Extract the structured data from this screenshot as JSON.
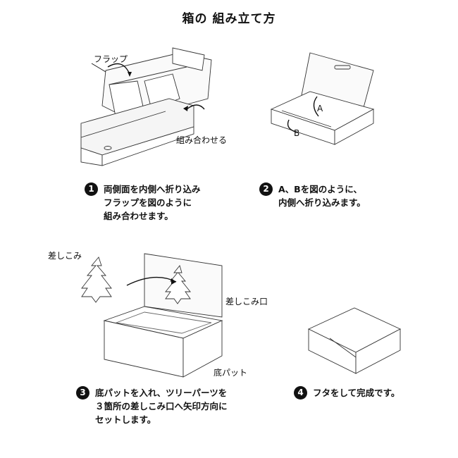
{
  "title": "箱の 組み立て方",
  "fig1": {
    "label_flap": "フラップ",
    "label_combine": "組み合わせる"
  },
  "fig2": {
    "label_a": "A",
    "label_b": "B"
  },
  "fig3": {
    "label_tab": "差しこみ",
    "label_slot": "差しこみ口",
    "label_pad": "底パット"
  },
  "steps": [
    {
      "num": "1",
      "lines": [
        "両側面を内側へ折り込み",
        "フラップを図のように",
        "組み合わせます。"
      ]
    },
    {
      "num": "2",
      "lines": [
        "A、Bを図のように、",
        "内側へ折り込みます。"
      ]
    },
    {
      "num": "3",
      "lines": [
        "底パットを入れ、ツリーパーツを",
        "３箇所の差しこみ口へ矢印方向に",
        "セットします。"
      ]
    },
    {
      "num": "4",
      "lines": [
        "フタをして完成です。"
      ]
    }
  ]
}
